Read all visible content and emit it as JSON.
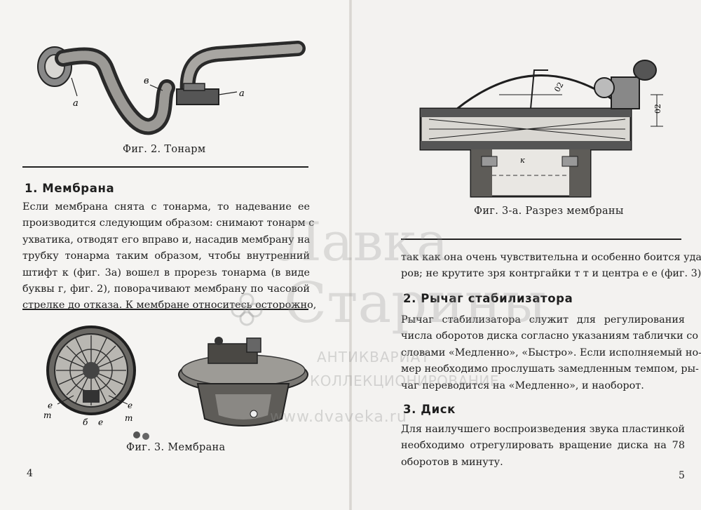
{
  "left_page": {
    "figure2_caption": "Фиг. 2. Тонарм",
    "figure2_labels": {
      "a_left": "а",
      "v": "в",
      "a_right": "а"
    },
    "section1": {
      "heading": "1. Мембрана",
      "lines": [
        "Если мембрана снята с тонарма, то надевание ее",
        "производится следующим образом: снимают тонарм с",
        "ухватика, отводят его вправо и, насадив мембрану на",
        "трубку тонарма таким образом, чтобы внутренний",
        "штифт к (фиг. 3а) вошел в прорезь тонарма (в виде",
        "буквы г, фиг. 2), поворачивают мембрану по часовой",
        "стрелке до отказа. К мембране относитесь осторожно,"
      ]
    },
    "figure3_caption": "Фиг. 3. Мембрана",
    "figure3_labels": {
      "e1": "е",
      "t1": "т",
      "b": "б",
      "e2": "е",
      "t2": "т",
      "e3": "е"
    },
    "page_number": "4"
  },
  "right_page": {
    "figure3a_caption": "Фиг. 3-а. Разрез мембраны",
    "figure3a_labels": {
      "dim1": "02",
      "dim2": "02",
      "k": "к"
    },
    "continuation_lines": [
      "так как она очень чувствительна и особенно боится уда-",
      "ров; не крутите зря контргайки т т и центра е е (фиг. 3)."
    ],
    "section2": {
      "heading": "2. Рычаг стабилизатора",
      "lines": [
        "Рычаг стабилизатора служит для регулирования",
        "числа оборотов диска согласно указаниям таблички со",
        "словами «Медленно», «Быстро». Если исполняемый но-",
        "мер необходимо прослушать замедленным темпом, ры-",
        "чаг переводится на «Медленно», и наоборот."
      ]
    },
    "section3": {
      "heading": "3. Диск",
      "lines": [
        "Для наилучшего воспроизведения звука пластинкой",
        "необходимо отрегулировать вращение диска на 78",
        "оборотов в минуту."
      ]
    },
    "page_number": "5"
  },
  "watermark": {
    "line1": "Лавка",
    "line2": "Старины",
    "line3": "АНТИКВАРИАТ",
    "line4": "КОЛЛЕКЦИОНИРОВАНИЕ",
    "line5": "www.dvaveka.ru"
  },
  "colors": {
    "paper": "#f5f4f2",
    "ink": "#1e1e1e",
    "watermark": "#969696"
  }
}
